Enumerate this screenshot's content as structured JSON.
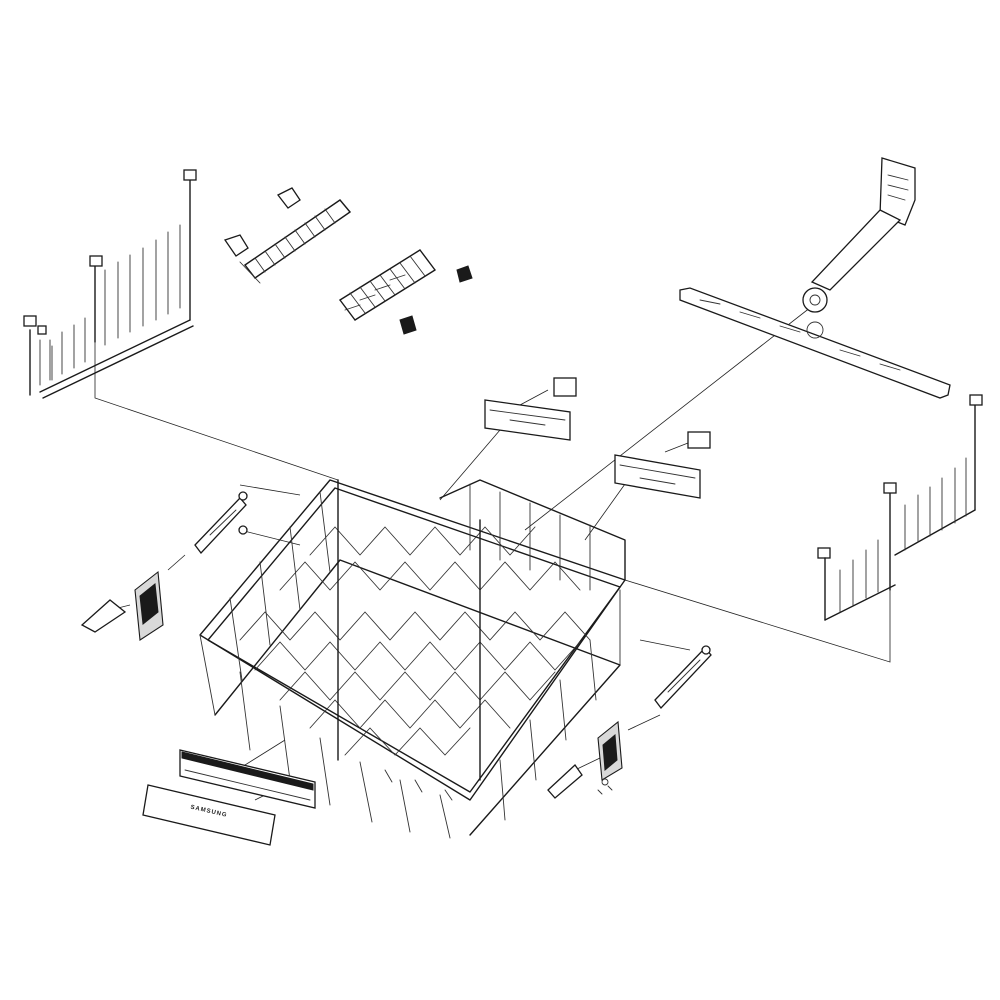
{
  "diagram": {
    "panel_logo_text": "SAMSUNG",
    "colors": {
      "line": "#1a1a1a",
      "background": "#ffffff",
      "part_dark": "#1a1a1a",
      "part_light": "#d9d9d9"
    },
    "parts": [
      "tine-row-left-back",
      "tine-row-left-front",
      "cup-shelf-left",
      "cup-shelf-right",
      "shelf-clip",
      "spray-arm-assembly",
      "rack-stop-left",
      "rack-stop-right",
      "tine-row-right-back",
      "tine-row-right-front",
      "rail-bracket-left",
      "rail-bracket-right",
      "rack-adjuster-left",
      "rack-adjuster-right",
      "adjuster-lever-left",
      "adjuster-lever-right",
      "upper-rack-basket",
      "rack-handle",
      "handle-cover-panel"
    ]
  }
}
